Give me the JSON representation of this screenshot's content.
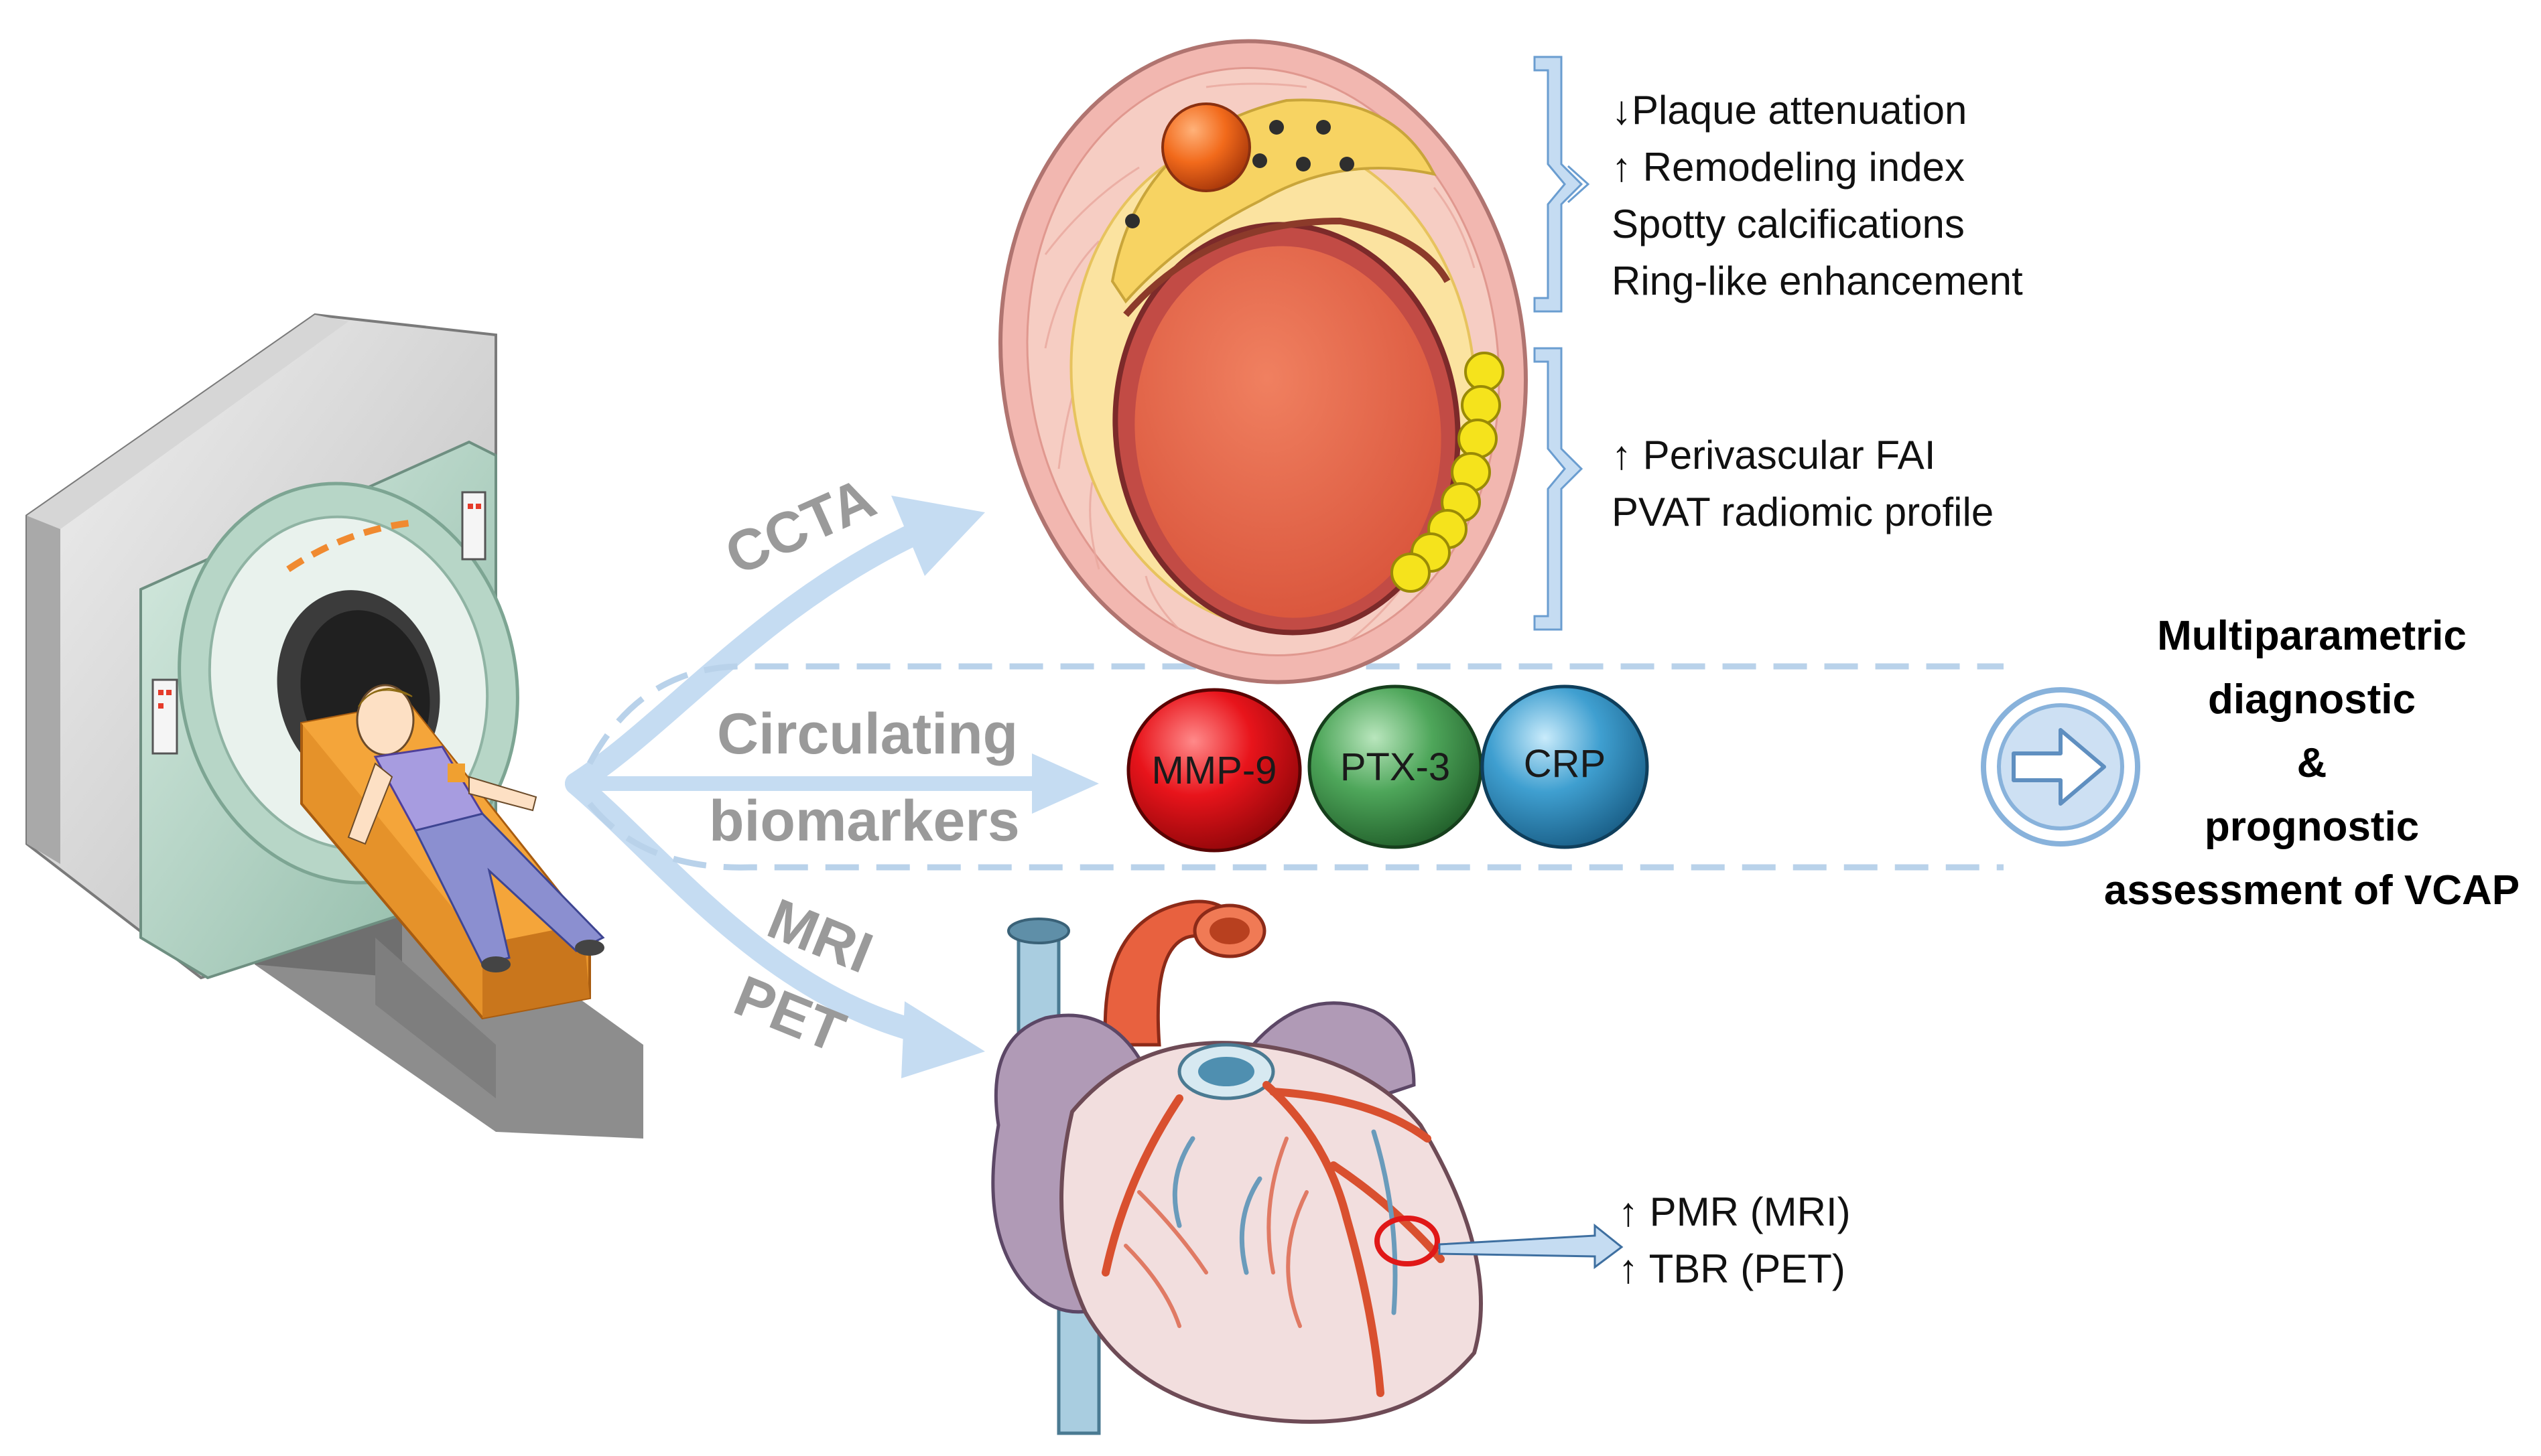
{
  "modalities": {
    "ccta": "CCTA",
    "biomarkers_line1": "Circulating",
    "biomarkers_line2": "biomarkers",
    "mri": "MRI",
    "pet": "PET"
  },
  "ccta_findings": {
    "plaque": [
      "↓Plaque attenuation",
      "↑ Remodeling index",
      "Spotty calcifications",
      "Ring-like enhancement"
    ],
    "perivascular": [
      "↑ Perivascular FAI",
      "PVAT radiomic profile"
    ]
  },
  "biomarkers": [
    {
      "label": "MMP-9",
      "color": "#e8141b"
    },
    {
      "label": "PTX-3",
      "color": "#4ea65a"
    },
    {
      "label": "CRP",
      "color": "#3f9fd0"
    }
  ],
  "heart_findings": [
    "↑ PMR (MRI)",
    "↑ TBR (PET)"
  ],
  "outcome": [
    "Multiparametric",
    "diagnostic",
    "&",
    "prognostic",
    "assessment of VCAP"
  ],
  "colors": {
    "arrow": "#c5dcf2",
    "bracket": "#c5dcf2",
    "bracket_stroke": "#6a9dd0",
    "dash": "#b9d2ea"
  }
}
